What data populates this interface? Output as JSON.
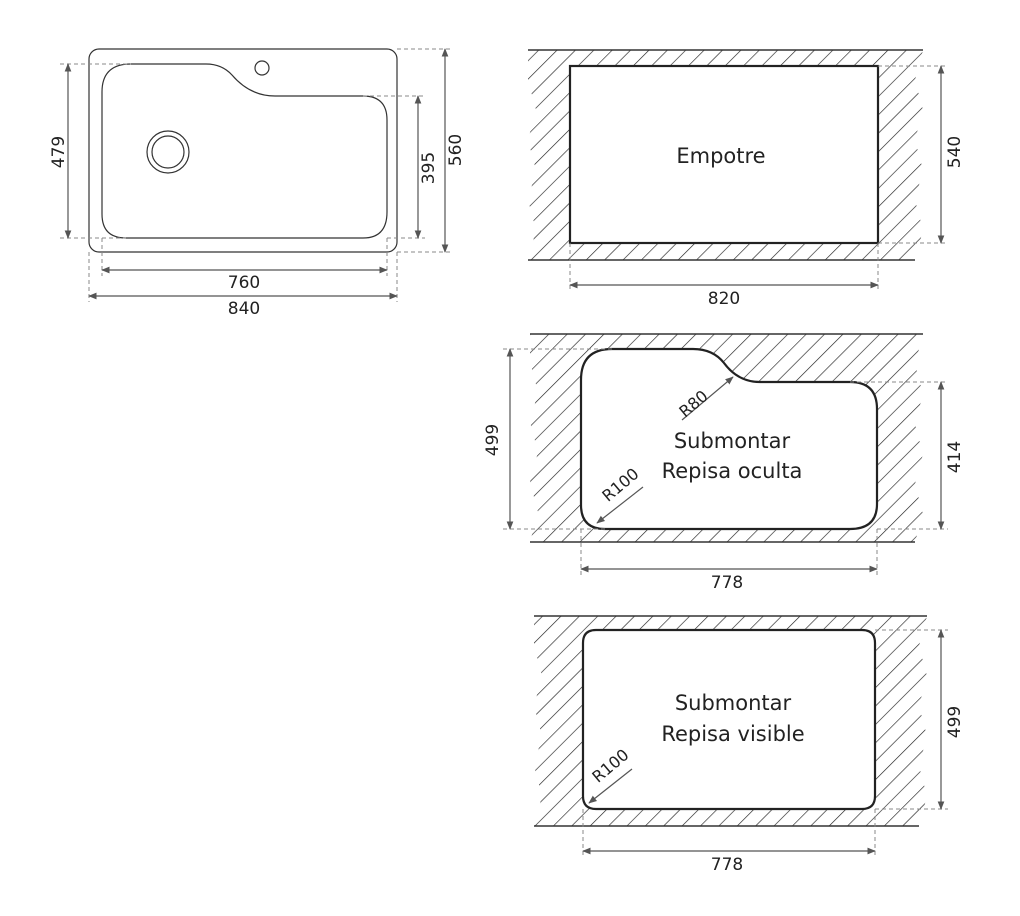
{
  "sink_top_view": {
    "inner_width": "760",
    "outer_width": "840",
    "bowl_height": "479",
    "right_bowl_height": "395",
    "outer_height": "560"
  },
  "empotre": {
    "label": "Empotre",
    "cutout_width": "820",
    "cutout_height": "540"
  },
  "repisa_oculta": {
    "label_line1": "Submontar",
    "label_line2": "Repisa oculta",
    "radius_small": "R80",
    "radius_large": "R100",
    "width": "778",
    "left_height": "499",
    "right_height": "414"
  },
  "repisa_visible": {
    "label_line1": "Submontar",
    "label_line2": "Repisa visible",
    "radius": "R100",
    "width": "778",
    "height": "499"
  }
}
